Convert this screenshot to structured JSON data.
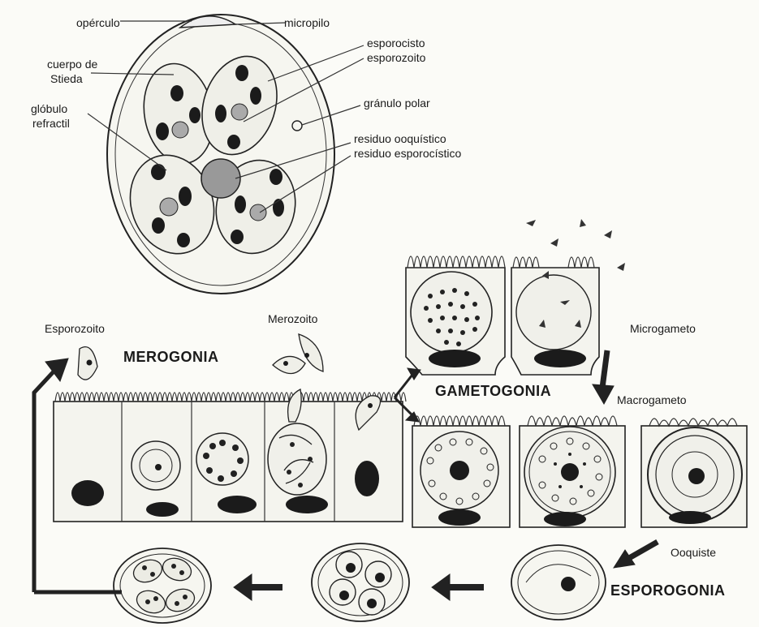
{
  "figure": {
    "oocyst_labels": {
      "operculo": "opérculo",
      "micropilo": "micropilo",
      "cuerpo_stieda_1": "cuerpo de",
      "cuerpo_stieda_2": "Stieda",
      "globulo_1": "glóbulo",
      "globulo_2": "refractil",
      "esporocisto": "esporocisto",
      "esporozoito_in": "esporozoito",
      "granulo_polar": "gránulo polar",
      "residuo_ooquistico": "residuo ooquístico",
      "residuo_esporocistico": "residuo esporocístico"
    },
    "cycle_labels": {
      "esporozoito": "Esporozoito",
      "merozoito": "Merozoito",
      "microgameto": "Microgameto",
      "macrogameto": "Macrogameto",
      "ooquiste": "Ooquiste"
    },
    "stages": {
      "merogonia": "MEROGONIA",
      "gametogonia": "GAMETOGONIA",
      "esporogonia": "ESPOROGONIA"
    },
    "colors": {
      "ink": "#1b1b1b",
      "paper": "#fbfbf7"
    }
  }
}
